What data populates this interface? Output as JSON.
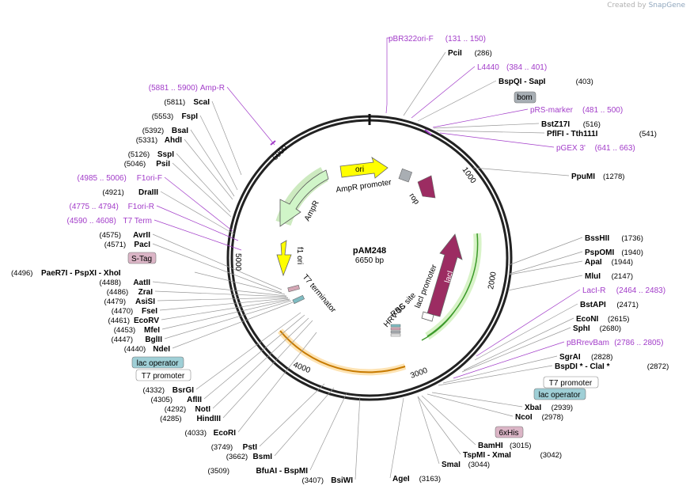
{
  "credit": {
    "prefix": "Created by",
    "brand": "SnapGene"
  },
  "plasmid": {
    "name": "pAM248",
    "size": "6650 bp"
  },
  "ticks": [
    "1000",
    "2000",
    "3000",
    "4000",
    "5000",
    "6000"
  ],
  "features": {
    "ori": "ori",
    "ampr_promoter": "AmpR promoter",
    "ampr": "AmpR",
    "rop": "rop",
    "f1ori": "f1 ori",
    "t7term": "T7 terminator",
    "lacI": "lacI",
    "laci_promoter": "lacI promoter",
    "hrv": "HRV 3C site",
    "rbs": "RBS"
  },
  "boxed": {
    "bom": "bom",
    "stag": "S-Tag",
    "lacop_left": "lac operator",
    "t7prom_left": "T7 promoter",
    "t7prom_right": "T7 promoter",
    "lacop_right": "lac operator",
    "his": "6xHis"
  },
  "left_labels": [
    {
      "pos": "(5881 .. 5900)",
      "name": "Amp-R",
      "type": "primer"
    },
    {
      "pos": "(5811)",
      "name": "ScaI",
      "type": "site"
    },
    {
      "pos": "(5553)",
      "name": "FspI",
      "type": "site"
    },
    {
      "pos": "(5392)",
      "name": "BsaI",
      "type": "site"
    },
    {
      "pos": "(5331)",
      "name": "AhdI",
      "type": "site"
    },
    {
      "pos": "(5126)",
      "name": "SspI",
      "type": "site"
    },
    {
      "pos": "(5046)",
      "name": "PsiI",
      "type": "site"
    },
    {
      "pos": "(4985 .. 5006)",
      "name": "F1ori-F",
      "type": "primer"
    },
    {
      "pos": "(4921)",
      "name": "DraIII",
      "type": "site"
    },
    {
      "pos": "(4775 .. 4794)",
      "name": "F1ori-R",
      "type": "primer"
    },
    {
      "pos": "(4590 .. 4608)",
      "name": "T7 Term",
      "type": "primer"
    },
    {
      "pos": "(4575)",
      "name": "AvrII",
      "type": "site"
    },
    {
      "pos": "(4571)",
      "name": "PacI",
      "type": "site"
    },
    {
      "pos": "(4496)",
      "name": "PaeR7I   - PspXI   - XhoI",
      "type": "site"
    },
    {
      "pos": "(4488)",
      "name": "AatII",
      "type": "site"
    },
    {
      "pos": "(4486)",
      "name": "ZraI",
      "type": "site"
    },
    {
      "pos": "(4479)",
      "name": "AsiSI",
      "type": "site"
    },
    {
      "pos": "(4470)",
      "name": "FseI",
      "type": "site"
    },
    {
      "pos": "(4461)",
      "name": "EcoRV",
      "type": "site"
    },
    {
      "pos": "(4453)",
      "name": "MfeI",
      "type": "site"
    },
    {
      "pos": "(4447)",
      "name": "BglII",
      "type": "site"
    },
    {
      "pos": "(4440)",
      "name": "NdeI",
      "type": "site"
    },
    {
      "pos": "(4332)",
      "name": "BsrGI",
      "type": "site"
    },
    {
      "pos": "(4305)",
      "name": "AflII",
      "type": "site"
    },
    {
      "pos": "(4292)",
      "name": "NotI",
      "type": "site"
    },
    {
      "pos": "(4285)",
      "name": "HindIII",
      "type": "site"
    },
    {
      "pos": "(4033)",
      "name": "EcoRI",
      "type": "site"
    },
    {
      "pos": "(3749)",
      "name": "PstI",
      "type": "site"
    },
    {
      "pos": "(3662)",
      "name": "BsmI",
      "type": "site"
    },
    {
      "pos": "(3509)",
      "name": "BfuAI   - BspMI",
      "type": "site"
    },
    {
      "pos": "(3407)",
      "name": "BsiWI",
      "type": "site"
    }
  ],
  "right_labels": [
    {
      "name": "pBR322ori-F",
      "pos": "(131 .. 150)",
      "type": "primer"
    },
    {
      "name": "PciI",
      "pos": "(286)",
      "type": "site"
    },
    {
      "name": "L4440",
      "pos": "(384 .. 401)",
      "type": "primer"
    },
    {
      "name": "BspQI   - SapI",
      "pos": "(403)",
      "type": "site"
    },
    {
      "name": "pRS-marker",
      "pos": "(481 .. 500)",
      "type": "primer"
    },
    {
      "name": "BstZ17I",
      "pos": "(516)",
      "type": "site"
    },
    {
      "name": "PflFI   - Tth111I",
      "pos": "(541)",
      "type": "site"
    },
    {
      "name": "pGEX 3'",
      "pos": "(641 .. 663)",
      "type": "primer"
    },
    {
      "name": "PpuMI",
      "pos": "(1278)",
      "type": "site"
    },
    {
      "name": "BssHII",
      "pos": "(1736)",
      "type": "site"
    },
    {
      "name": "PspOMI",
      "pos": "(1940)",
      "type": "site"
    },
    {
      "name": "ApaI",
      "pos": "(1944)",
      "type": "site"
    },
    {
      "name": "MluI",
      "pos": "(2147)",
      "type": "site"
    },
    {
      "name": "LacI-R",
      "pos": "(2464 .. 2483)",
      "type": "primer"
    },
    {
      "name": "BstAPI",
      "pos": "(2471)",
      "type": "site"
    },
    {
      "name": "EcoNI",
      "pos": "(2615)",
      "type": "site"
    },
    {
      "name": "SphI",
      "pos": "(2680)",
      "type": "site"
    },
    {
      "name": "pBRrevBam",
      "pos": "(2786 .. 2805)",
      "type": "primer"
    },
    {
      "name": "SgrAI",
      "pos": "(2828)",
      "type": "site"
    },
    {
      "name": "BspDI *  - ClaI *",
      "pos": "(2872)",
      "type": "site"
    },
    {
      "name": "XbaI",
      "pos": "(2939)",
      "type": "site"
    },
    {
      "name": "NcoI",
      "pos": "(2978)",
      "type": "site"
    },
    {
      "name": "BamHI",
      "pos": "(3015)",
      "type": "site"
    },
    {
      "name": "TspMI   - XmaI",
      "pos": "(3042)",
      "type": "site"
    },
    {
      "name": "SmaI",
      "pos": "(3044)",
      "type": "site"
    },
    {
      "name": "AgeI",
      "pos": "(3163)",
      "type": "site"
    }
  ]
}
